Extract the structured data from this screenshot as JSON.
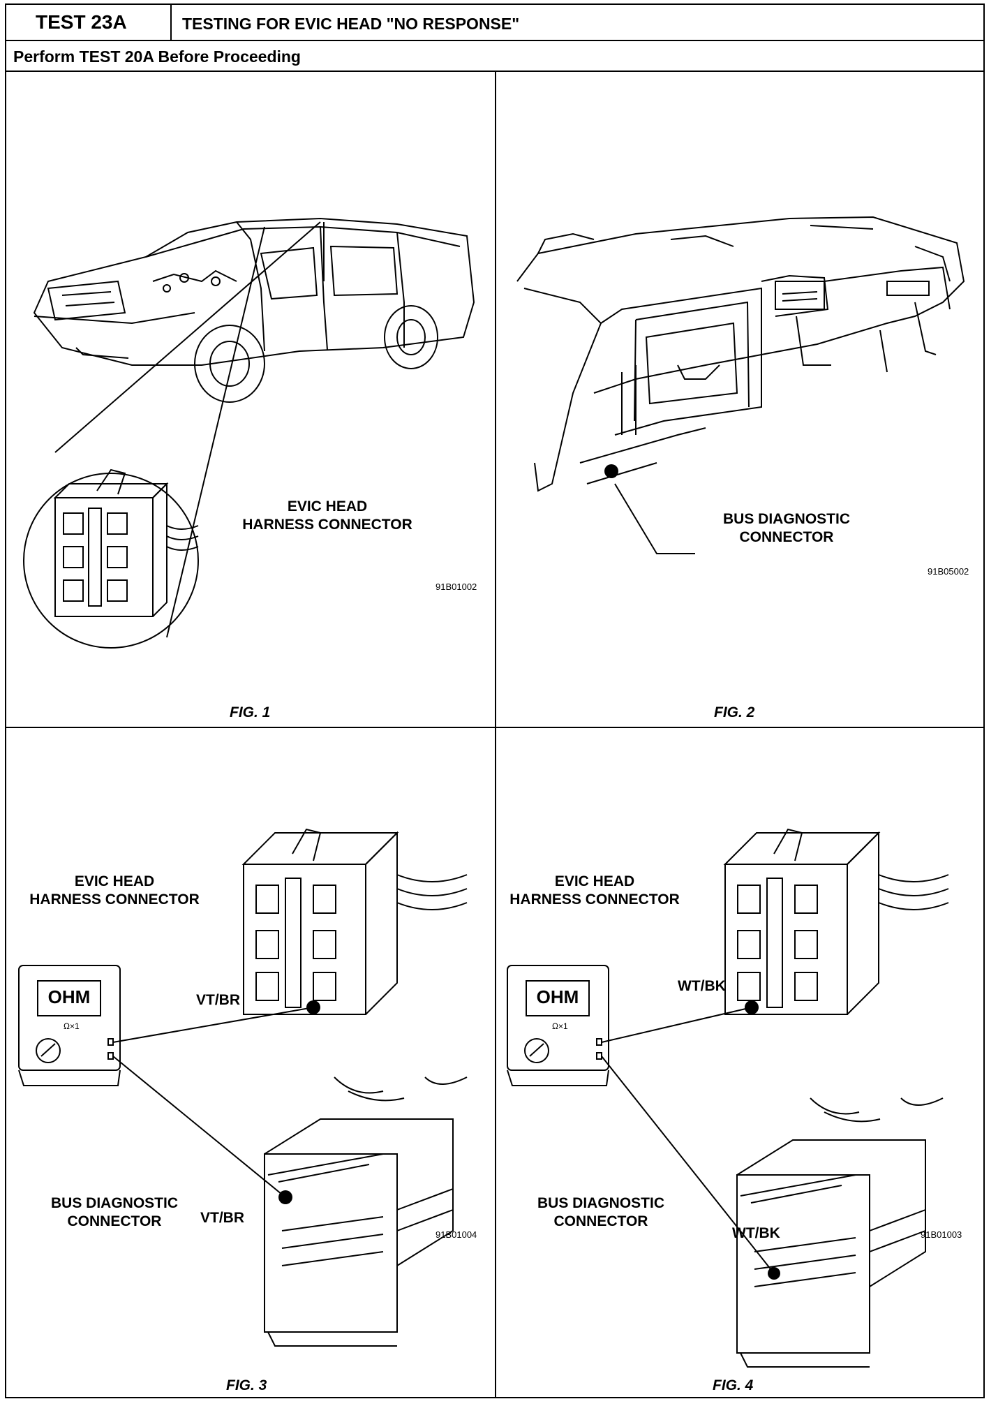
{
  "header": {
    "test_id": "TEST 23A",
    "title": "TESTING FOR EVIC HEAD \"NO RESPONSE\"",
    "prerequisite": "Perform TEST 20A Before Proceeding"
  },
  "figures": [
    {
      "label": "FIG. 1",
      "ref": "91B01002",
      "callout": [
        "EVIC HEAD",
        "HARNESS CONNECTOR"
      ]
    },
    {
      "label": "FIG. 2",
      "ref": "91B05002",
      "callout": [
        "BUS DIAGNOSTIC",
        "CONNECTOR"
      ]
    },
    {
      "label": "FIG. 3",
      "ref": "91B01004",
      "top_callout": [
        "EVIC HEAD",
        "HARNESS CONNECTOR"
      ],
      "bottom_callout": [
        "BUS DIAGNOSTIC",
        "CONNECTOR"
      ],
      "wire_top": "VT/BR",
      "wire_bottom": "VT/BR",
      "meter_display": "OHM",
      "meter_range": "Ω×1"
    },
    {
      "label": "FIG. 4",
      "ref": "91B01003",
      "top_callout": [
        "EVIC HEAD",
        "HARNESS CONNECTOR"
      ],
      "bottom_callout": [
        "BUS DIAGNOSTIC",
        "CONNECTOR"
      ],
      "wire_top": "WT/BK",
      "wire_bottom": "WT/BK",
      "meter_display": "OHM",
      "meter_range": "Ω×1"
    }
  ]
}
